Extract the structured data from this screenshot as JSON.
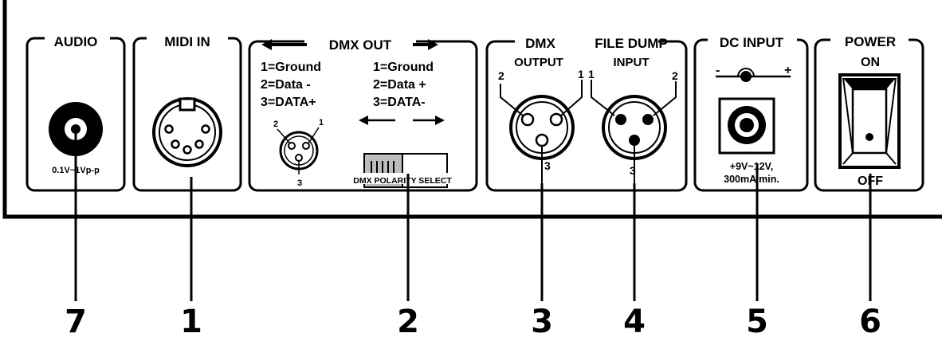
{
  "sections": {
    "audio": {
      "title": "AUDIO",
      "spec": "0.1V~1Vp-p"
    },
    "midi_in": {
      "title": "MIDI IN"
    },
    "dmx_out": {
      "title": "DMX OUT",
      "left_pins": [
        "1=Ground",
        "2=Data -",
        "3=DATA+"
      ],
      "right_pins": [
        "1=Ground",
        "2=Data +",
        "3=DATA-"
      ],
      "pin_labels": [
        "2",
        "1",
        "3"
      ],
      "switch_label": "DMX POLARITY SELECT"
    },
    "dmx_output": {
      "title": "DMX",
      "subtitle": "OUTPUT",
      "pin_labels": [
        "2",
        "1",
        "3"
      ]
    },
    "file_dump": {
      "title": "FILE DUMP",
      "subtitle": "INPUT",
      "pin_labels": [
        "1",
        "2",
        "3"
      ]
    },
    "dc_input": {
      "title": "DC INPUT",
      "minus": "-",
      "plus": "+",
      "spec_line1": "+9V~12V,",
      "spec_line2": "300mA min."
    },
    "power": {
      "title": "POWER",
      "on_label": "ON",
      "off_label": "OFF"
    }
  },
  "callouts": [
    "7",
    "1",
    "2",
    "3",
    "4",
    "5",
    "6"
  ]
}
